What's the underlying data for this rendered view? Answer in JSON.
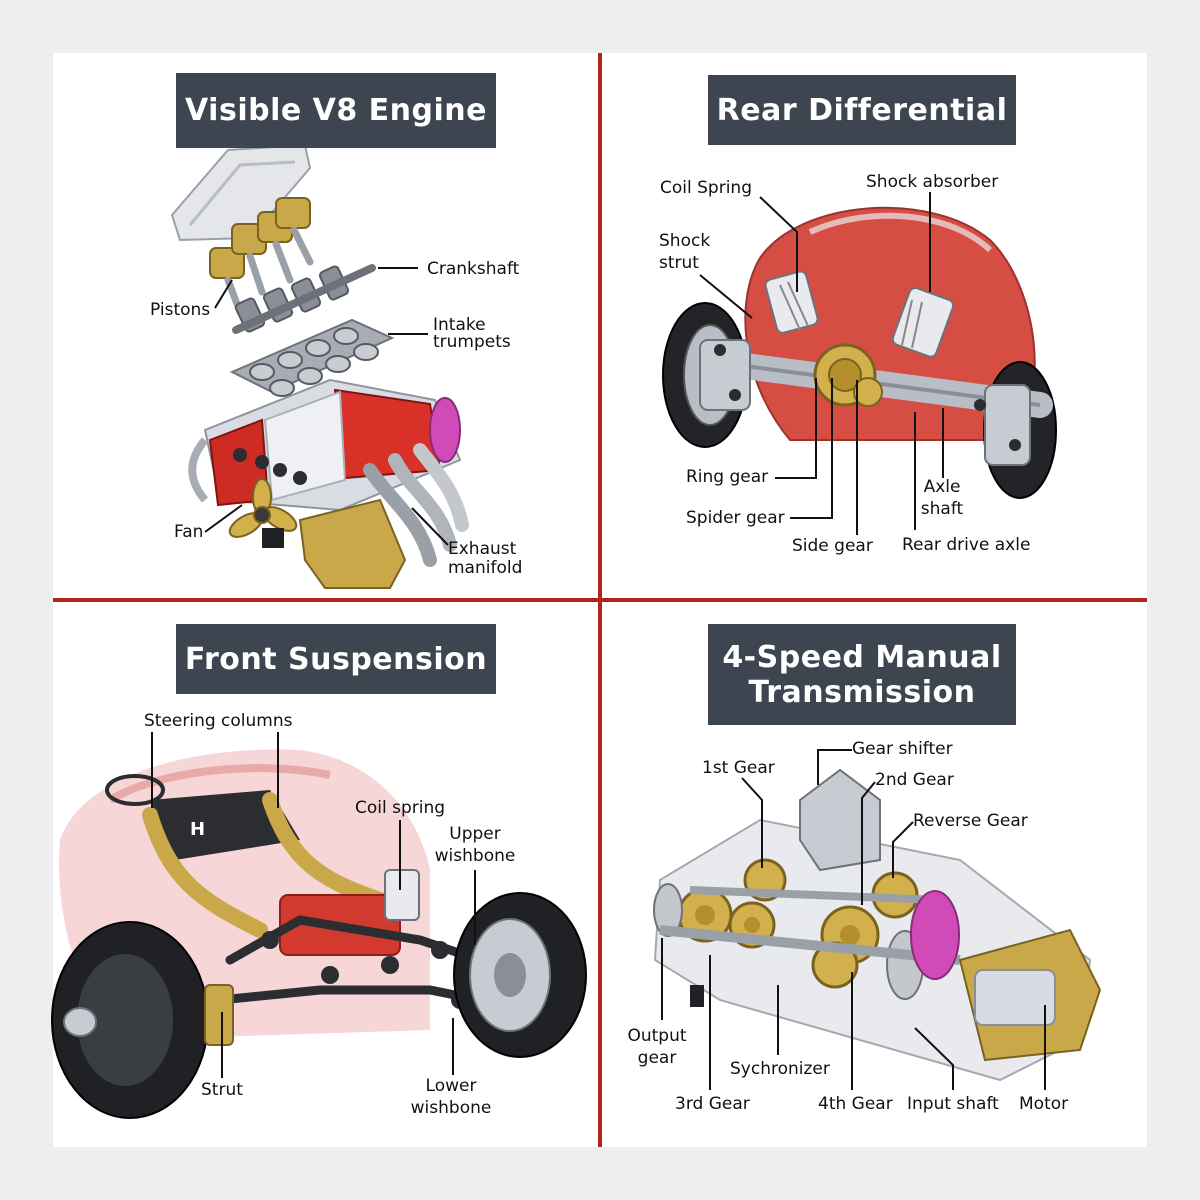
{
  "colors": {
    "divider": "#b3261e",
    "banner": "#3d4650",
    "background": "#eeeeee"
  },
  "panels": {
    "engine": {
      "title": "Visible V8 Engine",
      "labels": {
        "crankshaft": "Crankshaft",
        "pistons": "Pistons",
        "intake_line1": "Intake",
        "intake_line2": "trumpets",
        "fan": "Fan",
        "exhaust_line1": "Exhaust",
        "exhaust_line2": "manifold"
      }
    },
    "differential": {
      "title": "Rear Differential",
      "labels": {
        "coil_spring": "Coil Spring",
        "shock_absorber": "Shock absorber",
        "shock_strut_line1": "Shock",
        "shock_strut_line2": "strut",
        "ring_gear": "Ring gear",
        "spider_gear": "Spider gear",
        "side_gear": "Side gear",
        "axle_shaft_line1": "Axle",
        "axle_shaft_line2": "shaft",
        "rear_drive_axle": "Rear drive axle"
      }
    },
    "suspension": {
      "title": "Front Suspension",
      "labels": {
        "steering_columns": "Steering columns",
        "coil_spring": "Coil spring",
        "upper_wishbone_line1": "Upper",
        "upper_wishbone_line2": "wishbone",
        "strut": "Strut",
        "lower_wishbone_line1": "Lower",
        "lower_wishbone_line2": "wishbone"
      }
    },
    "transmission": {
      "title_line1": "4-Speed Manual",
      "title_line2": "Transmission",
      "labels": {
        "gear_shifter": "Gear shifter",
        "first_gear": "1st Gear",
        "second_gear": "2nd Gear",
        "reverse_gear": "Reverse Gear",
        "output_gear_line1": "Output",
        "output_gear_line2": "gear",
        "synchronizer": "Sychronizer",
        "third_gear": "3rd Gear",
        "fourth_gear": "4th Gear",
        "input_shaft": "Input shaft",
        "motor": "Motor"
      }
    }
  }
}
